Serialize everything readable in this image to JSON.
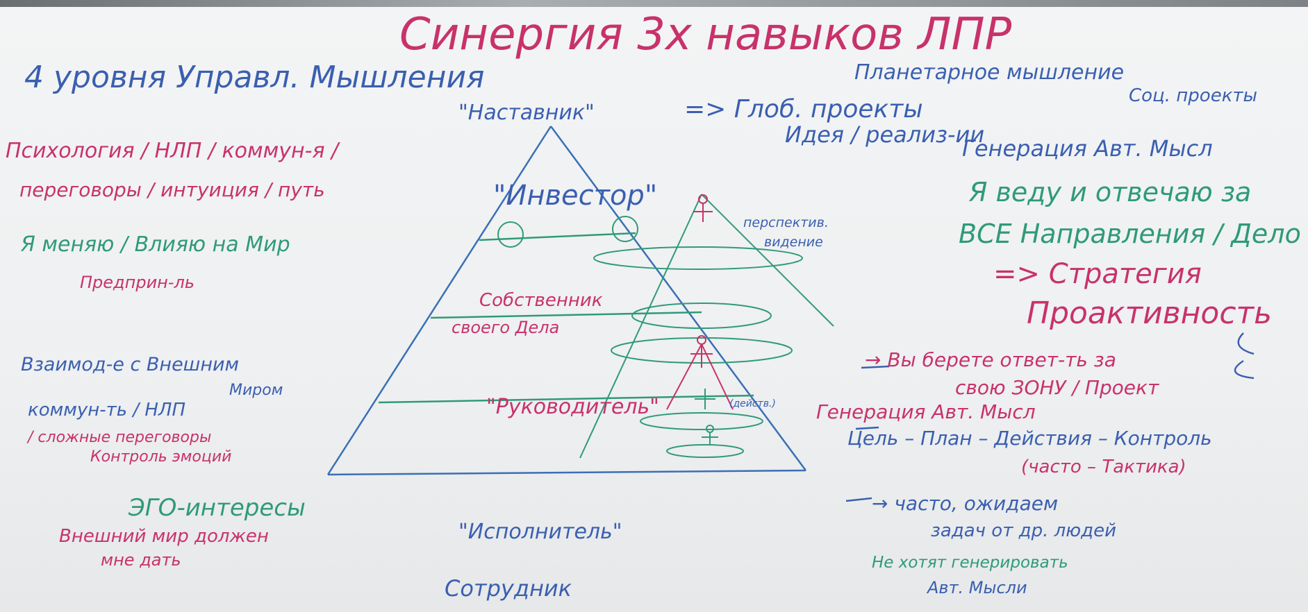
{
  "colors": {
    "pink": "#c8326a",
    "blue": "#3a5fb0",
    "green": "#2f9a78",
    "red": "#cc2b3a",
    "board": "#f1f2f3"
  },
  "title": "Синергия 3х навыков ЛПР",
  "heading_left": "4 уровня Управл. Мышления",
  "levels": {
    "mentor": "\"Наставник\"",
    "investor": "\"Инвестор\"",
    "owner_line1": "Собственник",
    "owner_line2": "своего Дела",
    "manager": "\"Руководитель\"",
    "executor": "\"Исполнитель\"",
    "employee": "Сотрудник"
  },
  "left_notes": {
    "psych_line1": "Психология / НЛП / коммун-я /",
    "psych_line2": "переговоры / интуиция / путь",
    "change_world": "Я меняю / Влияю на Мир",
    "entrepreneur": "Предприн-ль",
    "interaction_line1": "Взаимод-е с Внешним",
    "interaction_line2": "Миром",
    "comm_nlp": "коммун-ть / НЛП",
    "hard_negotiations": "/ сложные переговоры",
    "emotion_control": "Контроль эмоций",
    "ego_interests": "ЭГО-интересы",
    "world_owes_line1": "Внешний мир должен",
    "world_owes_line2": "мне дать"
  },
  "right_notes": {
    "planetary": "Планетарное мышление",
    "global_projects": "=> Глоб. проекты",
    "social_projects": "Соц. проекты",
    "ideas_realization": "Идея / реализ-ии",
    "gen_auto_thoughts_top": "Генерация Авт. Мысл",
    "lead_responsible_line1": "Я веду и отвечаю за",
    "lead_responsible_line2": "ВСЕ Направления / Дело",
    "strategy": "=> Стратегия",
    "proactivity": "Проактивность",
    "take_resp_line1": "→ Вы берете ответ-ть за",
    "take_resp_line2": "свою ЗОНУ / Проект",
    "gen_auto_thoughts_mid": "Генерация Авт. Мысл",
    "goal_plan": "Цель – План – Действия – Контроль",
    "often_tactics": "(часто – Тактика)",
    "often_wait_line1": "→ часто, ожидаем",
    "often_wait_line2": "задач от др. людей",
    "not_want_line1": "Не хотят генерировать",
    "not_want_line2": "Авт. Мысли",
    "perspective_line1": "перспектив.",
    "perspective_line2": "видение",
    "manager_side": "(действ.)"
  }
}
